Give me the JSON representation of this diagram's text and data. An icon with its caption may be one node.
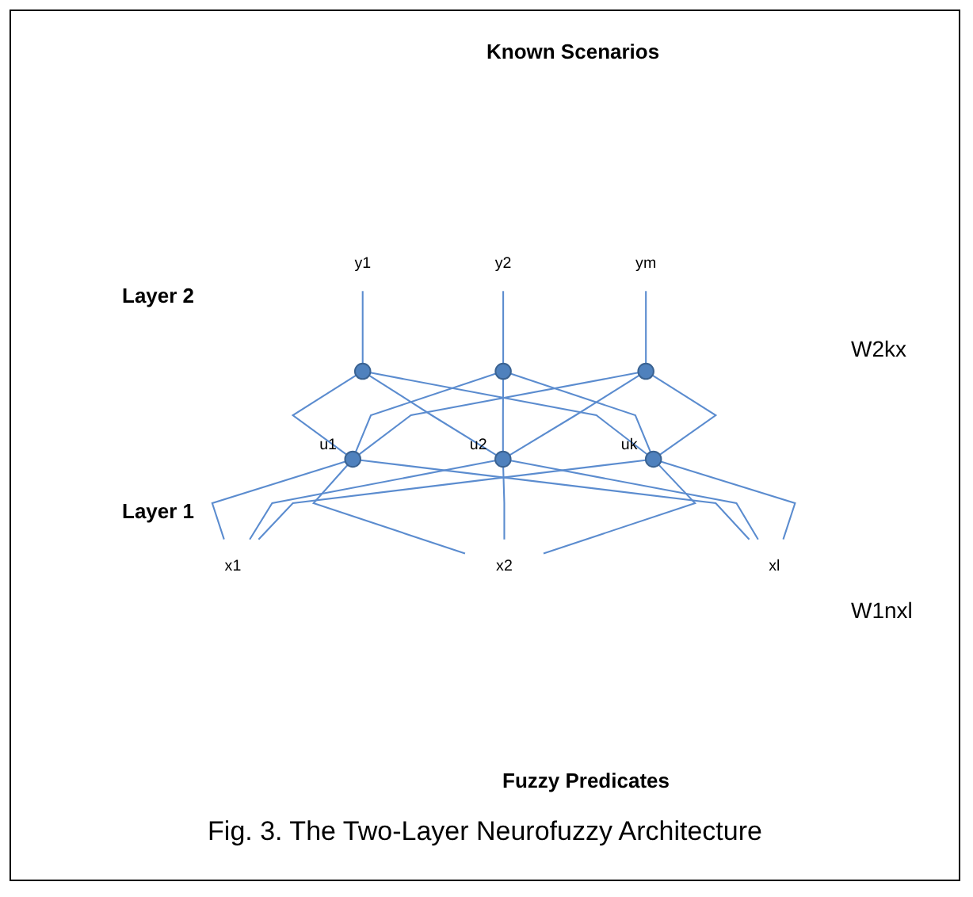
{
  "diagram": {
    "caption": "Fig. 3. The Two-Layer Neurofuzzy Architecture",
    "nodes": [
      {
        "text": [
          "y1"
        ]
      },
      {
        "text": [
          "y2"
        ]
      },
      {
        "text": [
          "ym"
        ]
      },
      {
        "text": [],
        "shape": "circle"
      },
      {
        "text": [],
        "shape": "circle"
      },
      {
        "text": [],
        "shape": "circle"
      },
      {
        "text": [],
        "shape": "circle",
        "beside": [
          "u1"
        ]
      },
      {
        "text": [],
        "shape": "circle",
        "beside": [
          "u2"
        ]
      },
      {
        "text": [],
        "shape": "circle",
        "beside": [
          "uk"
        ]
      },
      {
        "text": [
          "x1"
        ]
      },
      {
        "text": [
          "x2"
        ]
      },
      {
        "text": [
          "xl"
        ]
      }
    ],
    "edges": [
      {
        "from": 0,
        "to": 3,
        "arrow": "none"
      },
      {
        "from": 1,
        "to": 4,
        "arrow": "none"
      },
      {
        "from": 2,
        "to": 5,
        "arrow": "none"
      },
      {
        "from": 3,
        "to": 6,
        "arrow": "none"
      },
      {
        "from": 3,
        "to": 7,
        "arrow": "none"
      },
      {
        "from": 3,
        "to": 8,
        "arrow": "none"
      },
      {
        "from": 4,
        "to": 6,
        "arrow": "none"
      },
      {
        "from": 4,
        "to": 7,
        "arrow": "none"
      },
      {
        "from": 4,
        "to": 8,
        "arrow": "none"
      },
      {
        "from": 5,
        "to": 6,
        "arrow": "none"
      },
      {
        "from": 5,
        "to": 7,
        "arrow": "none"
      },
      {
        "from": 5,
        "to": 8,
        "arrow": "none"
      },
      {
        "from": 6,
        "to": 9,
        "arrow": "none"
      },
      {
        "from": 6,
        "to": 10,
        "arrow": "none"
      },
      {
        "from": 6,
        "to": 11,
        "arrow": "none"
      },
      {
        "from": 7,
        "to": 9,
        "arrow": "none"
      },
      {
        "from": 7,
        "to": 10,
        "arrow": "none"
      },
      {
        "from": 7,
        "to": 11,
        "arrow": "none"
      },
      {
        "from": 8,
        "to": 9,
        "arrow": "none"
      },
      {
        "from": 8,
        "to": 10,
        "arrow": "none"
      },
      {
        "from": 8,
        "to": 11,
        "arrow": "none"
      }
    ],
    "labels": [
      "Known Scenarios",
      "Layer 2",
      "W2kx",
      "Layer 1",
      "W1nxl",
      "Fuzzy Predicates"
    ]
  }
}
